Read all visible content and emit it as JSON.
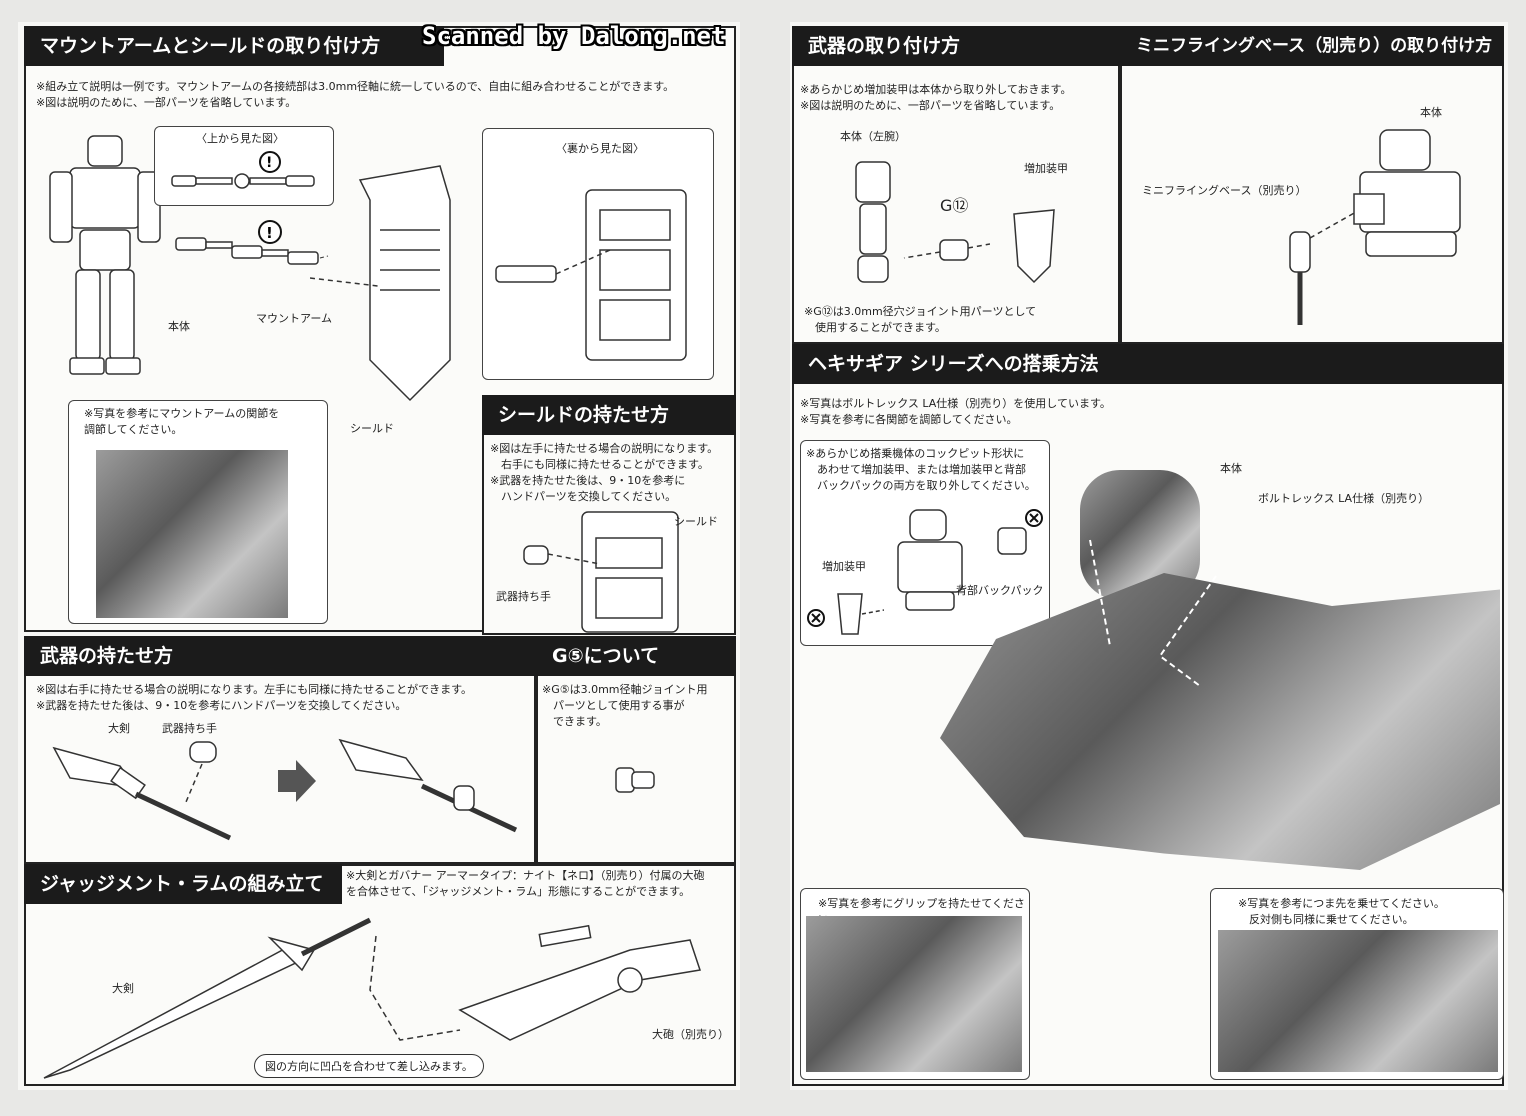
{
  "watermark": "Scanned by Dalong.net",
  "left": {
    "mount": {
      "title": "マウントアームとシールドの取り付け方",
      "notes": "※組み立て説明は一例です。マウントアームの各接続部は3.0mm径軸に統一しているので、自由に組み合わせることができます。\n※図は説明のために、一部パーツを省略しています。",
      "top_view": "〈上から見た図〉",
      "back_view": "〈裏から見た図〉",
      "label_body": "本体",
      "label_arm": "マウントアーム",
      "label_shield": "シールド",
      "photo_note": "※写真を参考にマウントアームの関節を\n調節してください。"
    },
    "shield_hold": {
      "title": "シールドの持たせ方",
      "notes": "※図は左手に持たせる場合の説明になります。\n　右手にも同様に持たせることができます。\n※武器を持たせた後は、9・10を参考に\n　ハンドパーツを交換してください。",
      "label_shield": "シールド",
      "label_hand": "武器持ち手"
    },
    "weapon_hold": {
      "title": "武器の持たせ方",
      "notes": "※図は右手に持たせる場合の説明になります。左手にも同様に持たせることができます。\n※武器を持たせた後は、9・10を参考にハンドパーツを交換してください。",
      "label_sword": "大剣",
      "label_hand": "武器持ち手"
    },
    "g5": {
      "title": "G⑤について",
      "notes": "※G⑤は3.0mm径軸ジョイント用\n　パーツとして使用する事が\n　できます。"
    },
    "judgment": {
      "title": "ジャッジメント・ラムの組み立て",
      "notes": "※大剣とガバナー アーマータイプ：ナイト【ネロ】（別売り）付属の大砲\nを合体させて、「ジャッジメント・ラム」形態にすることができます。",
      "label_sword": "大剣",
      "label_cannon": "大砲（別売り）",
      "insert_note": "図の方向に凹凸を合わせて差し込みます。"
    }
  },
  "right": {
    "weapon_attach": {
      "title": "武器の取り付け方",
      "notes": "※あらかじめ増加装甲は本体から取り外しておきます。\n※図は説明のために、一部パーツを省略しています。",
      "label_body": "本体（左腕）",
      "label_armor": "増加装甲",
      "label_part": "G⑫",
      "foot_note": "※G⑫は3.0mm径穴ジョイント用パーツとして\n　使用することができます。"
    },
    "mini_base": {
      "title": "ミニフライングベース（別売り）の取り付け方",
      "label_body": "本体",
      "label_base": "ミニフライングベース（別売り）"
    },
    "hexa": {
      "title": "ヘキサギア シリーズへの搭乗方法",
      "notes": "※写真はボルトレックス LA仕様（別売り）を使用しています。\n※写真を参考に各関節を調節してください。",
      "inset_note": "※あらかじめ搭乗機体のコックピット形状に\n　あわせて増加装甲、または増加装甲と背部\n　バックパックの両方を取り外してください。",
      "label_armor": "増加装甲",
      "label_backpack": "背部バックパック",
      "label_body": "本体",
      "label_bolt": "ボルトレックス LA仕様（別売り）",
      "grip_note": "※写真を参考にグリップを持たせてください。",
      "toe_note": "※写真を参考につま先を乗せてください。\n　反対側も同様に乗せてください。"
    }
  }
}
